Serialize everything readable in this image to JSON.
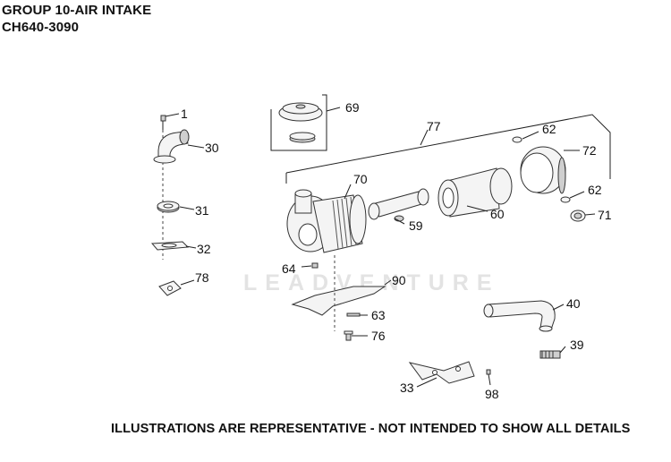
{
  "header": {
    "title": "GROUP 10-AIR INTAKE",
    "model": "CH640-3090"
  },
  "footer": "ILLUSTRATIONS ARE REPRESENTATIVE - NOT INTENDED TO SHOW ALL DETAILS",
  "watermark": "LEADVENTURE",
  "callouts": {
    "c1": "1",
    "c30": "30",
    "c31": "31",
    "c32": "32",
    "c78": "78",
    "c69": "69",
    "c77": "77",
    "c62a": "62",
    "c62b": "62",
    "c72": "72",
    "c70": "70",
    "c60": "60",
    "c59": "59",
    "c71": "71",
    "c64": "64",
    "c90": "90",
    "c63": "63",
    "c76": "76",
    "c40": "40",
    "c39": "39",
    "c33": "33",
    "c98": "98"
  }
}
